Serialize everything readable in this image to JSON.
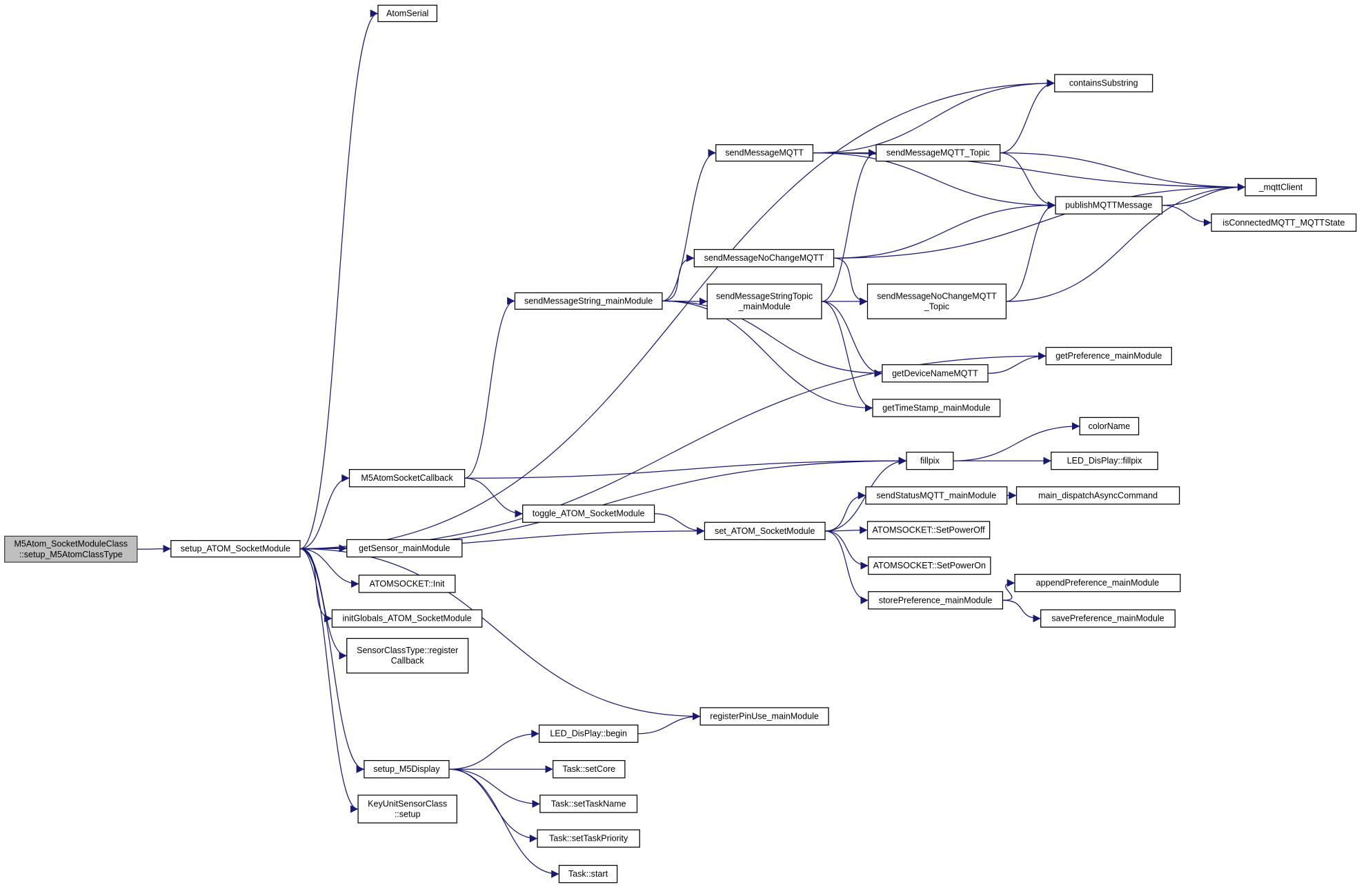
{
  "colors": {
    "edge": "#191970",
    "root_fill": "#bfbfbf",
    "node_fill": "#ffffff"
  },
  "nodes": [
    {
      "id": "root",
      "lines": [
        "M5Atom_SocketModuleClass",
        "::setup_M5AtomClassType"
      ],
      "highlighted": true
    },
    {
      "id": "setupAtom",
      "lines": [
        "setup_ATOM_SocketModule"
      ]
    },
    {
      "id": "atomSerial",
      "lines": [
        "AtomSerial"
      ]
    },
    {
      "id": "containsSubstring",
      "lines": [
        "containsSubstring"
      ]
    },
    {
      "id": "sendMessageMQTT",
      "lines": [
        "sendMessageMQTT"
      ]
    },
    {
      "id": "sendMessageMQTT_Topic",
      "lines": [
        "sendMessageMQTT_Topic"
      ]
    },
    {
      "id": "mqttClient",
      "lines": [
        "_mqttClient"
      ]
    },
    {
      "id": "publishMQTTMessage",
      "lines": [
        "publishMQTTMessage"
      ]
    },
    {
      "id": "isConnected",
      "lines": [
        "isConnectedMQTT_MQTTState"
      ]
    },
    {
      "id": "sendNoChange",
      "lines": [
        "sendMessageNoChangeMQTT"
      ]
    },
    {
      "id": "sendStringTopic",
      "lines": [
        "sendMessageStringTopic",
        "_mainModule"
      ]
    },
    {
      "id": "sendNoChangeTopic",
      "lines": [
        "sendMessageNoChangeMQTT",
        "_Topic"
      ]
    },
    {
      "id": "sendString",
      "lines": [
        "sendMessageString_mainModule"
      ]
    },
    {
      "id": "getPreference",
      "lines": [
        "getPreference_mainModule"
      ]
    },
    {
      "id": "getDeviceName",
      "lines": [
        "getDeviceNameMQTT"
      ]
    },
    {
      "id": "getTimeStamp",
      "lines": [
        "getTimeStamp_mainModule"
      ]
    },
    {
      "id": "colorName",
      "lines": [
        "colorName"
      ]
    },
    {
      "id": "fillpix",
      "lines": [
        "fillpix"
      ]
    },
    {
      "id": "ledFillpix",
      "lines": [
        "LED_DisPlay::fillpix"
      ]
    },
    {
      "id": "callback",
      "lines": [
        "M5AtomSocketCallback"
      ]
    },
    {
      "id": "sendStatus",
      "lines": [
        "sendStatusMQTT_mainModule"
      ]
    },
    {
      "id": "dispatch",
      "lines": [
        "main_dispatchAsyncCommand"
      ]
    },
    {
      "id": "toggle",
      "lines": [
        "toggle_ATOM_SocketModule"
      ]
    },
    {
      "id": "setAtom",
      "lines": [
        "set_ATOM_SocketModule"
      ]
    },
    {
      "id": "powerOff",
      "lines": [
        "ATOMSOCKET::SetPowerOff"
      ]
    },
    {
      "id": "getSensor",
      "lines": [
        "getSensor_mainModule"
      ]
    },
    {
      "id": "powerOn",
      "lines": [
        "ATOMSOCKET::SetPowerOn"
      ]
    },
    {
      "id": "init",
      "lines": [
        "ATOMSOCKET::Init"
      ]
    },
    {
      "id": "appendPref",
      "lines": [
        "appendPreference_mainModule"
      ]
    },
    {
      "id": "storePref",
      "lines": [
        "storePreference_mainModule"
      ]
    },
    {
      "id": "initGlobals",
      "lines": [
        "initGlobals_ATOM_SocketModule"
      ]
    },
    {
      "id": "savePref",
      "lines": [
        "savePreference_mainModule"
      ]
    },
    {
      "id": "registerCb",
      "lines": [
        "SensorClassType::register",
        "Callback"
      ]
    },
    {
      "id": "registerPin",
      "lines": [
        "registerPinUse_mainModule"
      ]
    },
    {
      "id": "ledBegin",
      "lines": [
        "LED_DisPlay::begin"
      ]
    },
    {
      "id": "setupDisplay",
      "lines": [
        "setup_M5Display"
      ]
    },
    {
      "id": "setCore",
      "lines": [
        "Task::setCore"
      ]
    },
    {
      "id": "keyUnit",
      "lines": [
        "KeyUnitSensorClass",
        "::setup"
      ]
    },
    {
      "id": "setTaskName",
      "lines": [
        "Task::setTaskName"
      ]
    },
    {
      "id": "setTaskPriority",
      "lines": [
        "Task::setTaskPriority"
      ]
    },
    {
      "id": "taskStart",
      "lines": [
        "Task::start"
      ]
    }
  ],
  "edges": [
    [
      "root",
      "setupAtom"
    ],
    [
      "setupAtom",
      "atomSerial"
    ],
    [
      "setupAtom",
      "containsSubstring"
    ],
    [
      "setupAtom",
      "getPreference"
    ],
    [
      "setupAtom",
      "fillpix"
    ],
    [
      "setupAtom",
      "callback"
    ],
    [
      "setupAtom",
      "setAtom"
    ],
    [
      "setupAtom",
      "getSensor"
    ],
    [
      "setupAtom",
      "init"
    ],
    [
      "setupAtom",
      "initGlobals"
    ],
    [
      "setupAtom",
      "registerCb"
    ],
    [
      "setupAtom",
      "registerPin"
    ],
    [
      "setupAtom",
      "setupDisplay"
    ],
    [
      "setupAtom",
      "keyUnit"
    ],
    [
      "sendString",
      "sendMessageMQTT"
    ],
    [
      "sendString",
      "sendNoChange"
    ],
    [
      "sendString",
      "sendStringTopic"
    ],
    [
      "sendString",
      "getDeviceName"
    ],
    [
      "sendString",
      "getTimeStamp"
    ],
    [
      "sendMessageMQTT",
      "containsSubstring"
    ],
    [
      "sendMessageMQTT",
      "sendMessageMQTT_Topic"
    ],
    [
      "sendMessageMQTT",
      "mqttClient"
    ],
    [
      "sendMessageMQTT",
      "publishMQTTMessage"
    ],
    [
      "sendMessageMQTT_Topic",
      "containsSubstring"
    ],
    [
      "sendMessageMQTT_Topic",
      "mqttClient"
    ],
    [
      "sendMessageMQTT_Topic",
      "publishMQTTMessage"
    ],
    [
      "publishMQTTMessage",
      "mqttClient"
    ],
    [
      "publishMQTTMessage",
      "isConnected"
    ],
    [
      "sendNoChange",
      "publishMQTTMessage"
    ],
    [
      "sendNoChange",
      "mqttClient"
    ],
    [
      "sendNoChange",
      "sendNoChangeTopic"
    ],
    [
      "sendStringTopic",
      "sendMessageMQTT_Topic"
    ],
    [
      "sendStringTopic",
      "sendNoChangeTopic"
    ],
    [
      "sendStringTopic",
      "getDeviceName"
    ],
    [
      "sendStringTopic",
      "getTimeStamp"
    ],
    [
      "sendNoChangeTopic",
      "publishMQTTMessage"
    ],
    [
      "sendNoChangeTopic",
      "mqttClient"
    ],
    [
      "getDeviceName",
      "getPreference"
    ],
    [
      "fillpix",
      "colorName"
    ],
    [
      "fillpix",
      "ledFillpix"
    ],
    [
      "callback",
      "sendString"
    ],
    [
      "callback",
      "fillpix"
    ],
    [
      "callback",
      "toggle"
    ],
    [
      "toggle",
      "setAtom"
    ],
    [
      "setAtom",
      "fillpix"
    ],
    [
      "setAtom",
      "sendStatus"
    ],
    [
      "setAtom",
      "powerOff"
    ],
    [
      "setAtom",
      "powerOn"
    ],
    [
      "setAtom",
      "storePref"
    ],
    [
      "sendStatus",
      "dispatch"
    ],
    [
      "storePref",
      "appendPref"
    ],
    [
      "storePref",
      "savePref"
    ],
    [
      "setupDisplay",
      "ledBegin"
    ],
    [
      "setupDisplay",
      "setCore"
    ],
    [
      "setupDisplay",
      "setTaskName"
    ],
    [
      "setupDisplay",
      "setTaskPriority"
    ],
    [
      "setupDisplay",
      "taskStart"
    ],
    [
      "ledBegin",
      "registerPin"
    ]
  ]
}
